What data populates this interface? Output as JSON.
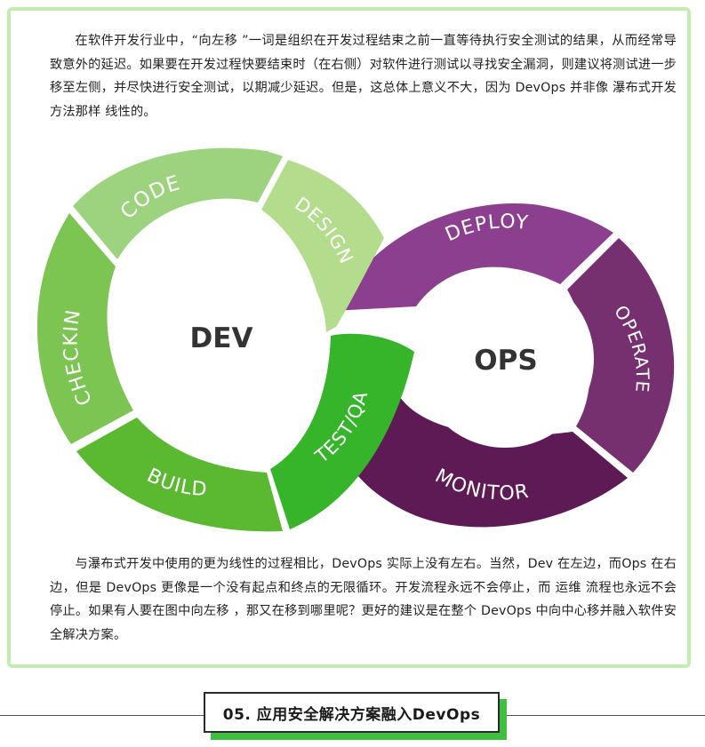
{
  "intro_paragraph": "在软件开发行业中，“向左移 ”一词是组织在开发过程结束之前一直等待执行安全测试的结果，从而经常导致意外的延迟。如果要在开发过程快要结束时（在右侧）对软件进行测试以寻找安全漏洞，则建议将测试进一步移至左侧，并尽快进行安全测试，以期减少延迟。但是，这总体上意义不大，因为 DevOps 并非像 瀑布式开发方法那样 线性的。",
  "diagram": {
    "dev_label": "DEV",
    "ops_label": "OPS",
    "stages": {
      "code": "CODE",
      "design": "DESIGN",
      "checkin": "CHECKIN",
      "build": "BUILD",
      "test_qa": "TEST/QA",
      "deploy": "DEPLOY",
      "operate": "OPERATE",
      "monitor": "MONITOR"
    },
    "colors": {
      "code": "#9dd37f",
      "design": "#b3dd8c",
      "checkin": "#7cc552",
      "build": "#5bb931",
      "test_qa": "#36b52b",
      "deploy": "#8c3f8f",
      "operate": "#76306f",
      "monitor": "#5e1a54"
    }
  },
  "outro_paragraph": "与瀑布式开发中使用的更为线性的过程相比，DevOps 实际上没有左右。当然，Dev 在左边，而Ops 在右边，但是 DevOps 更像是一个没有起点和终点的无限循环。开发流程永远不会停止，而 运维 流程也永远不会停止。如果有人要在图中向左移 ，那又在移到哪里呢？更好的建议是在整个 DevOps 中向中心移并融入软件安全解决方案。",
  "section_heading": "05. 应用安全解决方案融入DevOps"
}
